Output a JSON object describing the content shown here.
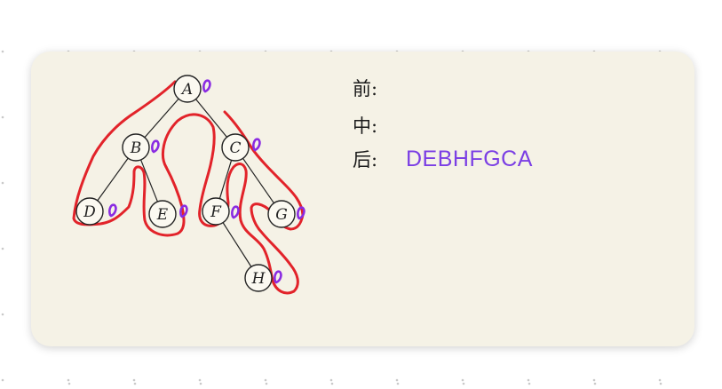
{
  "diagram": {
    "nodes": [
      {
        "id": "A",
        "label": "A"
      },
      {
        "id": "B",
        "label": "B"
      },
      {
        "id": "C",
        "label": "C"
      },
      {
        "id": "D",
        "label": "D"
      },
      {
        "id": "E",
        "label": "E"
      },
      {
        "id": "F",
        "label": "F"
      },
      {
        "id": "G",
        "label": "G"
      },
      {
        "id": "H",
        "label": "H"
      }
    ],
    "edges": [
      [
        "A",
        "B"
      ],
      [
        "A",
        "C"
      ],
      [
        "B",
        "D"
      ],
      [
        "B",
        "E"
      ],
      [
        "C",
        "F"
      ],
      [
        "C",
        "G"
      ],
      [
        "F",
        "H"
      ]
    ],
    "traversal_outline_color": "#e2232a",
    "postorder_marker_color": "#8a2be2"
  },
  "traversals": {
    "preorder": {
      "label": "前:",
      "value": ""
    },
    "inorder": {
      "label": "中:",
      "value": ""
    },
    "postorder": {
      "label": "后:",
      "value": "DEBHFGCA"
    }
  },
  "colors": {
    "answer": "#7b3fe4",
    "card_background": "#f5f2e6"
  }
}
